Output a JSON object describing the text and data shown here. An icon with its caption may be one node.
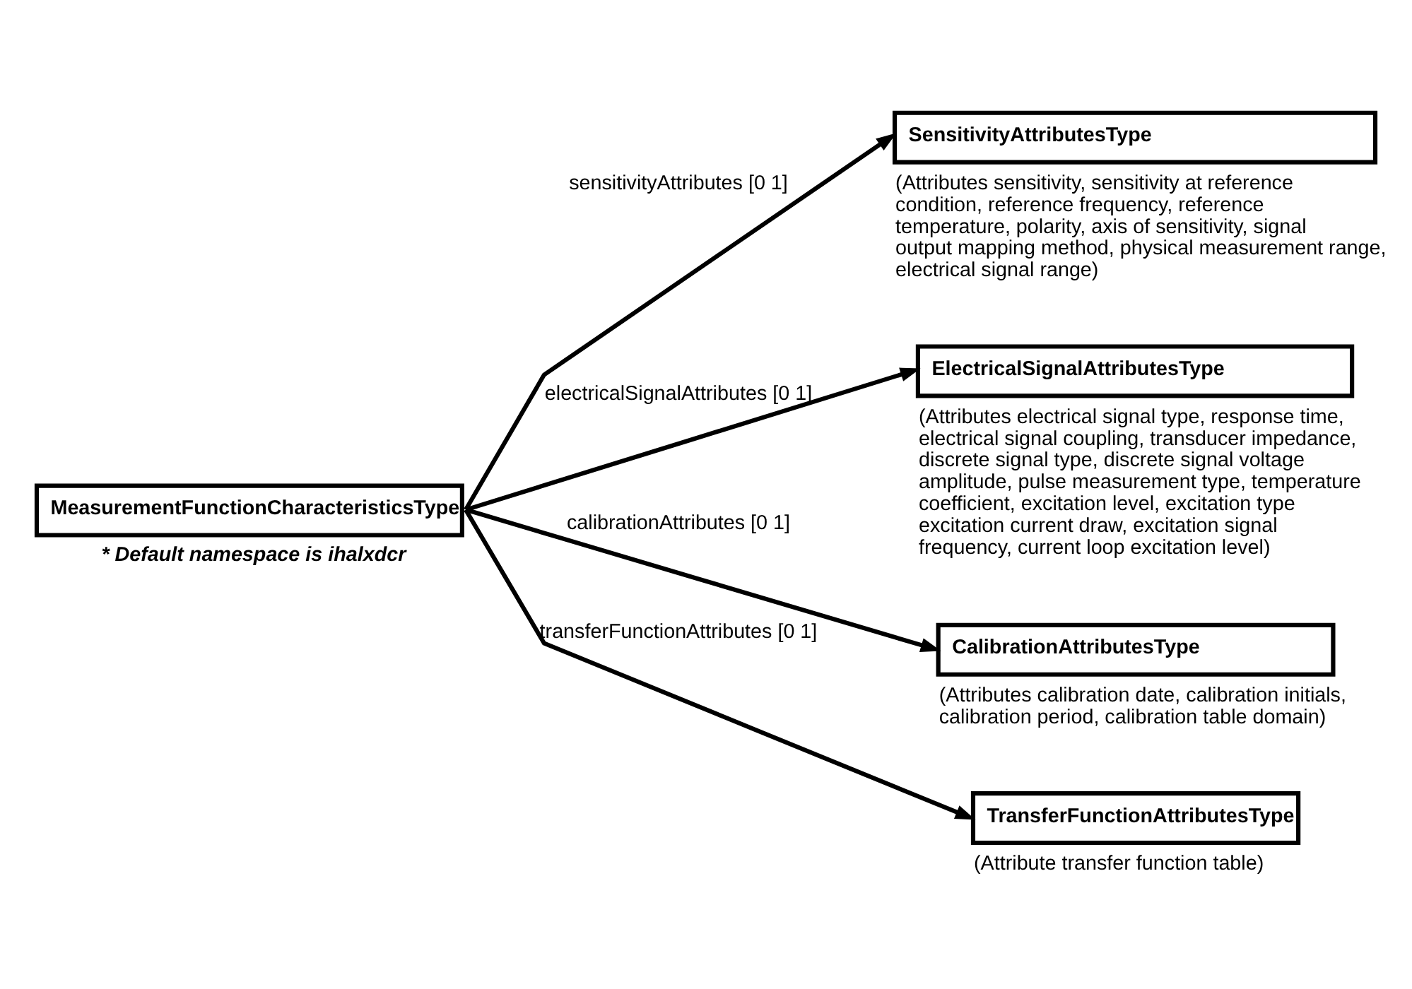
{
  "diagram": {
    "nodes": [
      {
        "text": [
          "MeasurementFunctionCharacteristicsType"
        ],
        "beside": [
          "* Default namespace is ihalxdcr"
        ]
      },
      {
        "text": [
          "SensitivityAttributesType"
        ],
        "beside": [
          "(Attributes sensitivity, sensitivity at reference condition, reference frequency, reference temperature, polarity, axis of sensitivity, signal output mapping method, physical measurement range, electrical signal range)"
        ]
      },
      {
        "text": [
          "ElectricalSignalAttributesType"
        ],
        "beside": [
          "(Attributes electrical signal type, response time, electrical signal coupling, transducer impedance, discrete signal type, discrete signal voltage amplitude, pulse measurement type, temperature coefficient, excitation level, excitation type excitation current draw, excitation signal frequency, current loop excitation level)"
        ]
      },
      {
        "text": [
          "CalibrationAttributesType"
        ],
        "beside": [
          "(Attributes calibration date, calibration initials, calibration period, calibration table domain)"
        ]
      },
      {
        "text": [
          "TransferFunctionAttributesType"
        ],
        "beside": [
          "(Attribute transfer function table)"
        ]
      }
    ],
    "edges": [
      {
        "from": 0,
        "to": 1,
        "arrow": "to",
        "label": "sensitivityAttributes [0 1]"
      },
      {
        "from": 0,
        "to": 2,
        "arrow": "to",
        "label": "electricalSignalAttributes [0 1]"
      },
      {
        "from": 0,
        "to": 3,
        "arrow": "to",
        "label": "calibrationAttributes [0 1]"
      },
      {
        "from": 0,
        "to": 4,
        "arrow": "to",
        "label": "transferFunctionAttributes [0 1]"
      }
    ]
  }
}
